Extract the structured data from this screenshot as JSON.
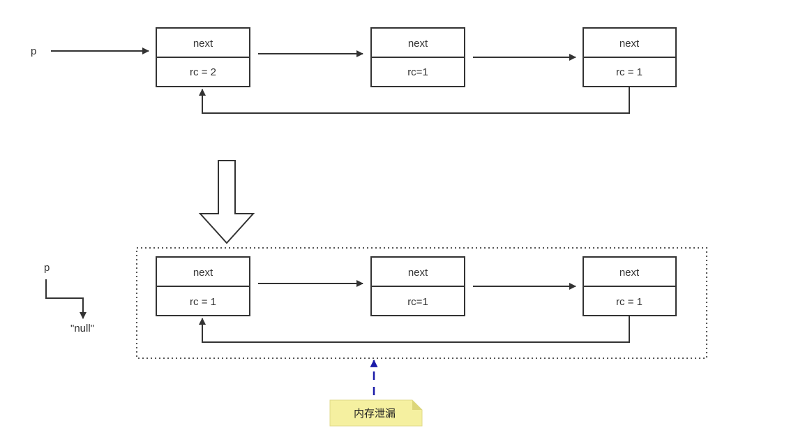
{
  "top_list": {
    "pointer_label": "p",
    "nodes": [
      {
        "field": "next",
        "count": "rc = 2"
      },
      {
        "field": "next",
        "count": "rc=1"
      },
      {
        "field": "next",
        "count": "rc = 1"
      }
    ]
  },
  "bottom_list": {
    "pointer_label": "p",
    "null_label": "\"null\"",
    "nodes": [
      {
        "field": "next",
        "count": "rc = 1"
      },
      {
        "field": "next",
        "count": "rc=1"
      },
      {
        "field": "next",
        "count": "rc = 1"
      }
    ]
  },
  "note": {
    "text": "内存泄漏"
  },
  "colors": {
    "line": "#333333",
    "node_border": "#333333",
    "dotted_border": "#555555",
    "leak_arrow": "#1a1aa8",
    "note_fill": "#f5f0a0",
    "note_fold": "#dcd67a"
  }
}
